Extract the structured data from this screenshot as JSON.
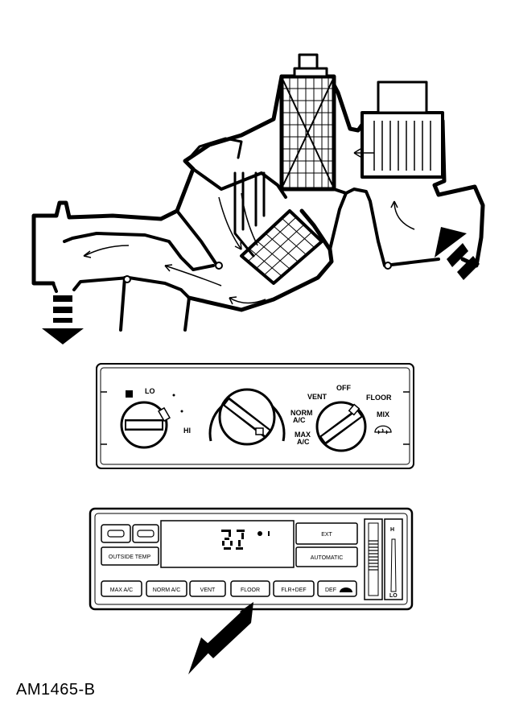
{
  "manual_panel": {
    "blower_labels": {
      "lo": "LO",
      "hi": "HI"
    },
    "mode_labels": {
      "off": "OFF",
      "vent": "VENT",
      "floor": "FLOOR",
      "norm_ac": "NORM A/C",
      "mix": "MIX",
      "max_ac": "MAX A/C"
    }
  },
  "auto_panel": {
    "top_right_display": "EXT",
    "outside_temp_button": "OUTSIDE TEMP",
    "automatic_button": "AUTOMATIC",
    "buttons": [
      "MAX A/C",
      "NORM A/C",
      "VENT",
      "FLOOR",
      "FLR+DEF",
      "DEF"
    ],
    "slider_top": "H",
    "slider_bottom": "LO"
  },
  "figure_code": "AM1465-B"
}
